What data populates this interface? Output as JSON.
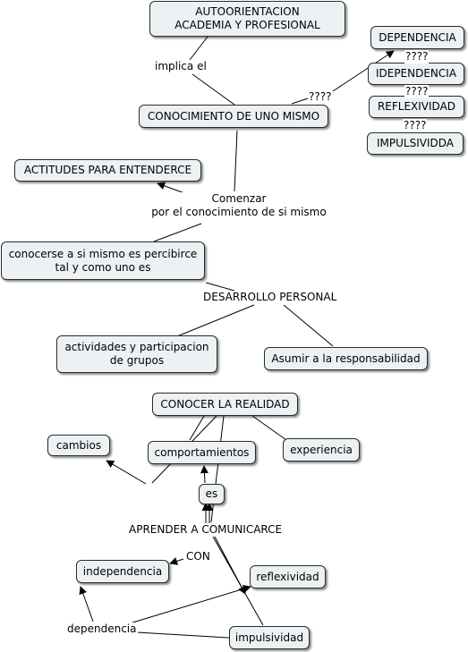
{
  "concepts": {
    "autoorientacion": "AUTOORIENTACION\nACADEMIA Y PROFESIONAL",
    "dependencia_top": "DEPENDENCIA",
    "idependencia": "IDEPENDENCIA",
    "reflexividad_top": "REFLEXIVIDAD",
    "impulsividda": "IMPULSIVIDDA",
    "conocimiento": "CONOCIMIENTO DE UNO MISMO",
    "actitudes": "ACTITUDES PARA ENTENDERCE",
    "conocerse": "conocerse a si mismo es percibirce\ntal y como uno es",
    "actividades": "actividades y participacion\nde grupos",
    "asumir": "Asumir a la responsabilidad",
    "conocer_realidad": "CONOCER LA REALIDAD",
    "cambios": "cambios",
    "comportamientos": "comportamientos",
    "experiencia": "experiencia",
    "es": "es",
    "independencia": "independencia",
    "reflexividad": "reflexividad",
    "impulsividad": "impulsividad"
  },
  "linking_phrases": {
    "implica_el": "implica el",
    "q1": "????",
    "q2": "????",
    "q3": "????",
    "q4": "????",
    "comenzar": "Comenzar\npor el conocimiento de si mismo",
    "desarrollo": "DESARROLLO PERSONAL",
    "aprender": "APRENDER A COMUNICARCE",
    "con": "CON",
    "dependencia": "dependencia"
  },
  "colors": {
    "node_fill": "#ecf1f4",
    "node_border": "#2b2b2b",
    "line": "#000000"
  }
}
